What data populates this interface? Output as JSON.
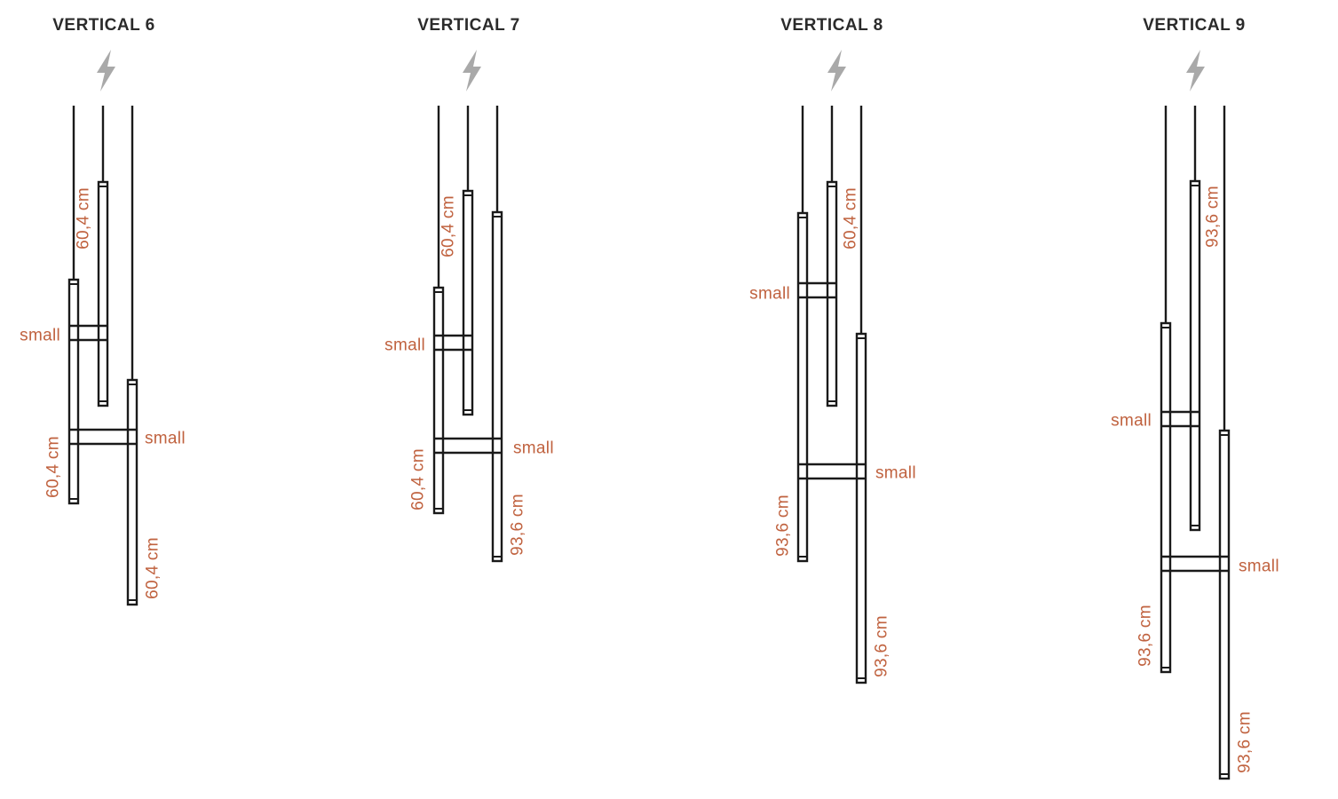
{
  "colors": {
    "label": "#c0623f",
    "line": "#1a1a1a",
    "bolt": "#a9a9a9",
    "title": "#2b2b2b"
  },
  "icons": [
    "power-bolt-icon"
  ],
  "diagrams": [
    {
      "title": "VERTICAL 6",
      "lengths": [
        "60,4 cm",
        "60,4 cm",
        "60,4 cm"
      ],
      "connectors": [
        "small",
        "small"
      ]
    },
    {
      "title": "VERTICAL 7",
      "lengths": [
        "60,4 cm",
        "60,4 cm",
        "93,6 cm"
      ],
      "connectors": [
        "small",
        "small"
      ]
    },
    {
      "title": "VERTICAL 8",
      "lengths": [
        "60,4 cm",
        "93,6 cm",
        "93,6 cm"
      ],
      "connectors": [
        "small",
        "small"
      ]
    },
    {
      "title": "VERTICAL 9",
      "lengths": [
        "93,6 cm",
        "93,6 cm",
        "93,6 cm"
      ],
      "connectors": [
        "small",
        "small"
      ]
    }
  ]
}
